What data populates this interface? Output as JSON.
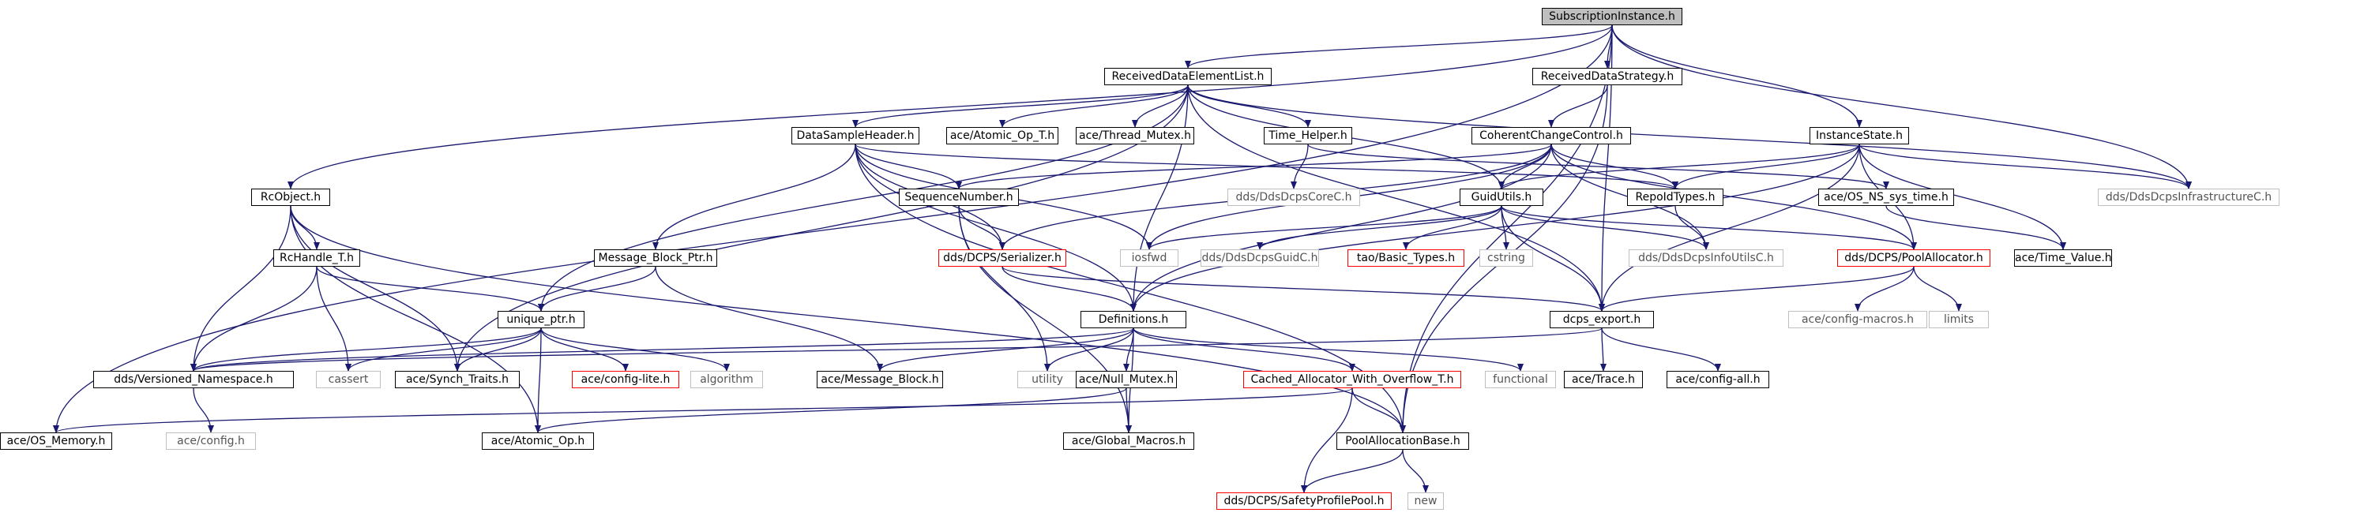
{
  "diagram": {
    "nodes": [
      {
        "id": "root",
        "label": "SubscriptionInstance.h",
        "kind": "root"
      },
      {
        "id": "rdel",
        "label": "ReceivedDataElementList.h",
        "kind": "normal"
      },
      {
        "id": "rds",
        "label": "ReceivedDataStrategy.h",
        "kind": "normal"
      },
      {
        "id": "dsh",
        "label": "DataSampleHeader.h",
        "kind": "normal"
      },
      {
        "id": "atopt",
        "label": "ace/Atomic_Op_T.h",
        "kind": "normal"
      },
      {
        "id": "thrmut",
        "label": "ace/Thread_Mutex.h",
        "kind": "normal"
      },
      {
        "id": "timeh",
        "label": "Time_Helper.h",
        "kind": "normal"
      },
      {
        "id": "ccc",
        "label": "CoherentChangeControl.h",
        "kind": "normal"
      },
      {
        "id": "inst",
        "label": "InstanceState.h",
        "kind": "normal"
      },
      {
        "id": "rco",
        "label": "RcObject.h",
        "kind": "normal"
      },
      {
        "id": "seqn",
        "label": "SequenceNumber.h",
        "kind": "normal"
      },
      {
        "id": "coreC",
        "label": "dds/DdsDcpsCoreC.h",
        "kind": "ext"
      },
      {
        "id": "guid",
        "label": "GuidUtils.h",
        "kind": "normal"
      },
      {
        "id": "repo",
        "label": "RepoIdTypes.h",
        "kind": "normal"
      },
      {
        "id": "osns",
        "label": "ace/OS_NS_sys_time.h",
        "kind": "normal"
      },
      {
        "id": "infraC",
        "label": "dds/DdsDcpsInfrastructureC.h",
        "kind": "ext"
      },
      {
        "id": "rcht",
        "label": "RcHandle_T.h",
        "kind": "normal"
      },
      {
        "id": "mbp",
        "label": "Message_Block_Ptr.h",
        "kind": "normal"
      },
      {
        "id": "ser",
        "label": "dds/DCPS/Serializer.h",
        "kind": "red"
      },
      {
        "id": "iosfwd",
        "label": "iosfwd",
        "kind": "ext"
      },
      {
        "id": "guidC",
        "label": "dds/DdsDcpsGuidC.h",
        "kind": "ext"
      },
      {
        "id": "basic",
        "label": "tao/Basic_Types.h",
        "kind": "red"
      },
      {
        "id": "cstring",
        "label": "cstring",
        "kind": "ext"
      },
      {
        "id": "infoutil",
        "label": "dds/DdsDcpsInfoUtilsC.h",
        "kind": "ext"
      },
      {
        "id": "poolalloc",
        "label": "dds/DCPS/PoolAllocator.h",
        "kind": "red"
      },
      {
        "id": "timev",
        "label": "ace/Time_Value.h",
        "kind": "normal"
      },
      {
        "id": "uptr",
        "label": "unique_ptr.h",
        "kind": "normal"
      },
      {
        "id": "defs",
        "label": "Definitions.h",
        "kind": "normal"
      },
      {
        "id": "dcpsexp",
        "label": "dcps_export.h",
        "kind": "normal"
      },
      {
        "id": "cfgmac",
        "label": "ace/config-macros.h",
        "kind": "ext"
      },
      {
        "id": "limits",
        "label": "limits",
        "kind": "ext"
      },
      {
        "id": "vns",
        "label": "dds/Versioned_Namespace.h",
        "kind": "normal"
      },
      {
        "id": "cassert",
        "label": "cassert",
        "kind": "ext"
      },
      {
        "id": "synch",
        "label": "ace/Synch_Traits.h",
        "kind": "normal"
      },
      {
        "id": "cfglite",
        "label": "ace/config-lite.h",
        "kind": "red"
      },
      {
        "id": "algo",
        "label": "algorithm",
        "kind": "ext"
      },
      {
        "id": "msgblk",
        "label": "ace/Message_Block.h",
        "kind": "normal"
      },
      {
        "id": "utility",
        "label": "utility",
        "kind": "ext"
      },
      {
        "id": "nullmut",
        "label": "ace/Null_Mutex.h",
        "kind": "normal"
      },
      {
        "id": "cached",
        "label": "Cached_Allocator_With_Overflow_T.h",
        "kind": "red"
      },
      {
        "id": "functional",
        "label": "functional",
        "kind": "ext"
      },
      {
        "id": "trace",
        "label": "ace/Trace.h",
        "kind": "normal"
      },
      {
        "id": "cfgall",
        "label": "ace/config-all.h",
        "kind": "normal"
      },
      {
        "id": "osmem",
        "label": "ace/OS_Memory.h",
        "kind": "normal"
      },
      {
        "id": "cfgh",
        "label": "ace/config.h",
        "kind": "ext"
      },
      {
        "id": "atop",
        "label": "ace/Atomic_Op.h",
        "kind": "normal"
      },
      {
        "id": "glob",
        "label": "ace/Global_Macros.h",
        "kind": "normal"
      },
      {
        "id": "poolbase",
        "label": "PoolAllocationBase.h",
        "kind": "normal"
      },
      {
        "id": "safety",
        "label": "dds/DCPS/SafetyProfilePool.h",
        "kind": "red"
      },
      {
        "id": "newh",
        "label": "new",
        "kind": "ext"
      }
    ],
    "edges": [
      [
        "root",
        "rdel"
      ],
      [
        "root",
        "rds"
      ],
      [
        "root",
        "inst"
      ],
      [
        "root",
        "rco"
      ],
      [
        "root",
        "osmem"
      ],
      [
        "root",
        "infraC"
      ],
      [
        "root",
        "dcpsexp"
      ],
      [
        "root",
        "poolbase"
      ],
      [
        "rdel",
        "dsh"
      ],
      [
        "rdel",
        "atopt"
      ],
      [
        "rdel",
        "thrmut"
      ],
      [
        "rdel",
        "timeh"
      ],
      [
        "rdel",
        "guid"
      ],
      [
        "rdel",
        "uptr"
      ],
      [
        "rdel",
        "synch"
      ],
      [
        "rdel",
        "defs"
      ],
      [
        "rdel",
        "dcpsexp"
      ],
      [
        "rdel",
        "infraC"
      ],
      [
        "rds",
        "ccc"
      ],
      [
        "rds",
        "poolbase"
      ],
      [
        "dsh",
        "seqn"
      ],
      [
        "dsh",
        "repo"
      ],
      [
        "dsh",
        "mbp"
      ],
      [
        "dsh",
        "ser"
      ],
      [
        "dsh",
        "iosfwd"
      ],
      [
        "dsh",
        "defs"
      ],
      [
        "dsh",
        "poolbase"
      ],
      [
        "timeh",
        "coreC"
      ],
      [
        "timeh",
        "osns"
      ],
      [
        "ccc",
        "seqn"
      ],
      [
        "ccc",
        "guid"
      ],
      [
        "ccc",
        "repo"
      ],
      [
        "ccc",
        "ser"
      ],
      [
        "ccc",
        "iosfwd"
      ],
      [
        "ccc",
        "infoutil"
      ],
      [
        "ccc",
        "poolalloc"
      ],
      [
        "ccc",
        "defs"
      ],
      [
        "inst",
        "guid"
      ],
      [
        "inst",
        "repo"
      ],
      [
        "inst",
        "poolalloc"
      ],
      [
        "inst",
        "timev"
      ],
      [
        "inst",
        "infraC"
      ],
      [
        "inst",
        "dcpsexp"
      ],
      [
        "inst",
        "defs"
      ],
      [
        "seqn",
        "ser"
      ],
      [
        "seqn",
        "utility"
      ],
      [
        "seqn",
        "glob"
      ],
      [
        "guid",
        "guidC"
      ],
      [
        "guid",
        "basic"
      ],
      [
        "guid",
        "cstring"
      ],
      [
        "guid",
        "infoutil"
      ],
      [
        "guid",
        "iosfwd"
      ],
      [
        "guid",
        "dcpsexp"
      ],
      [
        "guid",
        "poolalloc"
      ],
      [
        "repo",
        "infoutil"
      ],
      [
        "osns",
        "timev"
      ],
      [
        "rco",
        "rcht"
      ],
      [
        "rco",
        "vns"
      ],
      [
        "rco",
        "synch"
      ],
      [
        "rco",
        "atop"
      ],
      [
        "rco",
        "poolbase"
      ],
      [
        "rcht",
        "uptr"
      ],
      [
        "rcht",
        "vns"
      ],
      [
        "rcht",
        "cassert"
      ],
      [
        "mbp",
        "uptr"
      ],
      [
        "mbp",
        "msgblk"
      ],
      [
        "ser",
        "defs"
      ],
      [
        "ser",
        "dcpsexp"
      ],
      [
        "poolalloc",
        "cfgmac"
      ],
      [
        "poolalloc",
        "limits"
      ],
      [
        "poolalloc",
        "dcpsexp"
      ],
      [
        "uptr",
        "vns"
      ],
      [
        "uptr",
        "cassert"
      ],
      [
        "uptr",
        "synch"
      ],
      [
        "uptr",
        "cfglite"
      ],
      [
        "uptr",
        "algo"
      ],
      [
        "uptr",
        "atop"
      ],
      [
        "defs",
        "vns"
      ],
      [
        "defs",
        "msgblk"
      ],
      [
        "defs",
        "utility"
      ],
      [
        "defs",
        "nullmut"
      ],
      [
        "defs",
        "cached"
      ],
      [
        "defs",
        "functional"
      ],
      [
        "defs",
        "glob"
      ],
      [
        "dcpsexp",
        "trace"
      ],
      [
        "dcpsexp",
        "cfgall"
      ],
      [
        "dcpsexp",
        "vns"
      ],
      [
        "vns",
        "cfgh"
      ],
      [
        "nullmut",
        "glob"
      ],
      [
        "nullmut",
        "atop"
      ],
      [
        "cached",
        "poolbase"
      ],
      [
        "cached",
        "safety"
      ],
      [
        "cached",
        "osmem"
      ],
      [
        "poolbase",
        "safety"
      ],
      [
        "poolbase",
        "newh"
      ]
    ]
  }
}
